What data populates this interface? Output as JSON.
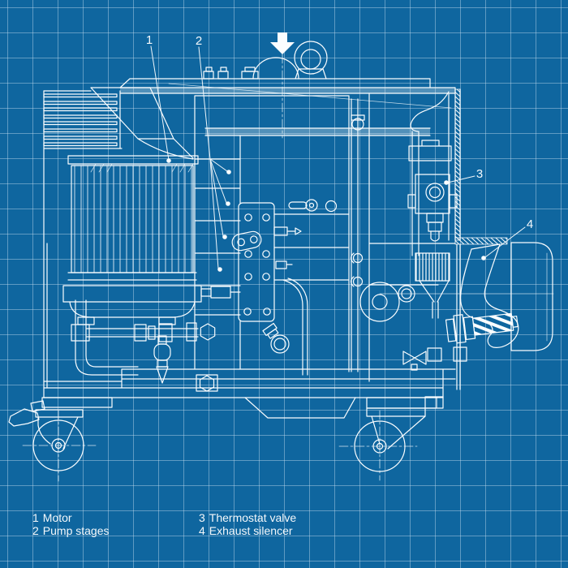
{
  "colors": {
    "background": "#0f669f",
    "grid_line": "#7ba3c2",
    "line_art": "#fafdff",
    "text": "#f4f8fb"
  },
  "icons": {
    "load_arrow": "down-arrow",
    "load_arrow_glyph": "▼"
  },
  "callouts": [
    {
      "num": "1",
      "label": "Motor"
    },
    {
      "num": "2",
      "label": "Pump stages"
    },
    {
      "num": "3",
      "label": "Thermostat valve"
    },
    {
      "num": "4",
      "label": "Exhaust silencer"
    }
  ]
}
